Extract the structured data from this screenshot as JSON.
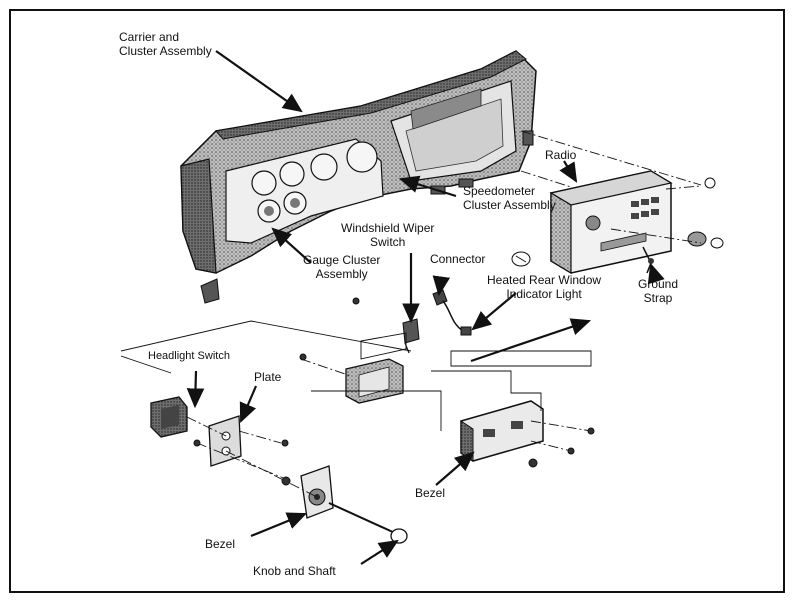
{
  "diagram": {
    "labels": {
      "carrier": "Carrier and\nCluster Assembly",
      "radio": "Radio",
      "speedometer": "Speedometer\nCluster Assembly",
      "wiper": "Windshield Wiper\nSwitch",
      "gauge": "Gauge Cluster\nAssembly",
      "connector": "Connector",
      "heated": "Heated Rear Window\nIndicator Light",
      "ground": "Ground\nStrap",
      "headlight": "Headlight Switch",
      "plate": "Plate",
      "bezel_right": "Bezel",
      "bezel_left": "Bezel",
      "knob": "Knob and Shaft"
    },
    "colors": {
      "ink": "#111111",
      "shade": "#9a9a9a",
      "dark": "#2b2b2b",
      "light": "#d8d8d8",
      "paper": "#ffffff"
    }
  }
}
